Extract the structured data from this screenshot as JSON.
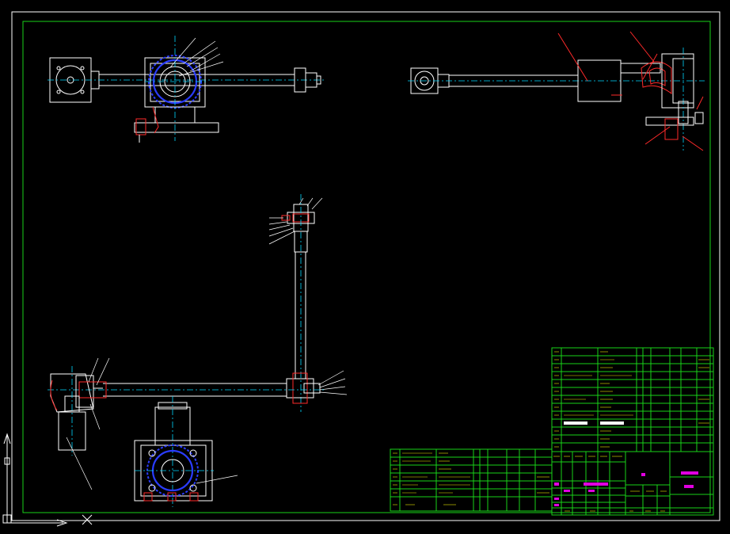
{
  "drawing": {
    "type": "mechanical assembly drawing",
    "background": "#000000",
    "colors": {
      "frame": "#19d219",
      "outline": "#ffffff",
      "centerline": "#00d7ff",
      "section": "#ff2a2a",
      "hidden_bearing": "#2a3cff",
      "highlight": "#e000e0"
    },
    "views": [
      {
        "name": "top-view-arm"
      },
      {
        "name": "side-view-arm"
      },
      {
        "name": "front-view-arm-and-base"
      }
    ],
    "icons": [
      "ucs-icon"
    ]
  }
}
